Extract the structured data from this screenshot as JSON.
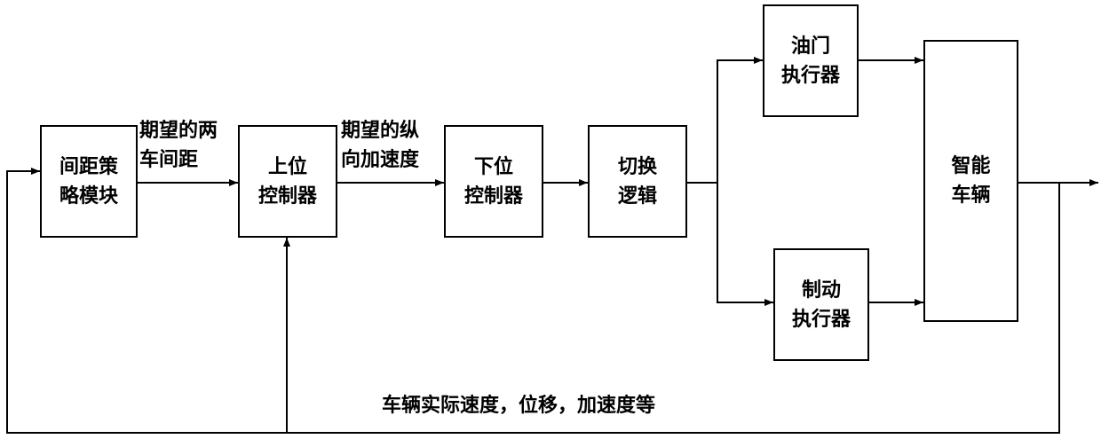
{
  "blocks": {
    "spacing_strategy": "间距策\n略模块",
    "upper_controller": "上位\n控制器",
    "lower_controller": "下位\n控制器",
    "switching_logic": "切换\n逻辑",
    "throttle_actuator": "油门\n执行器",
    "brake_actuator": "制动\n执行器",
    "smart_vehicle": "智能\n车辆"
  },
  "signals": {
    "desired_distance": "期望的两\n车间距",
    "desired_accel": "期望的纵\n向加速度",
    "feedback": "车辆实际速度，位移，加速度等"
  }
}
